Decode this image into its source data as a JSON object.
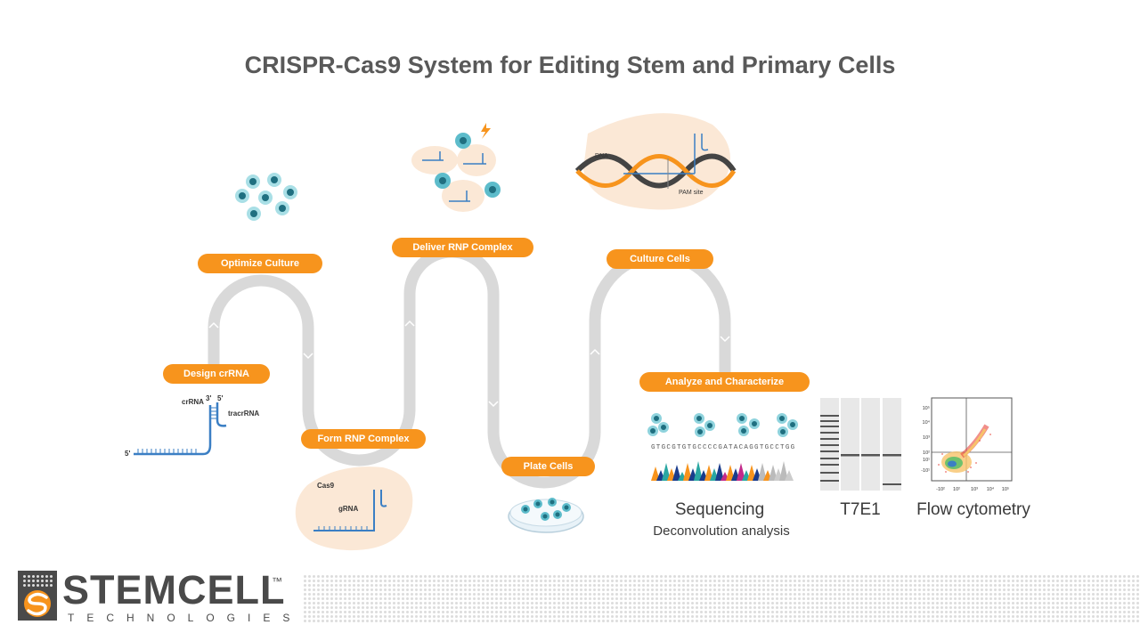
{
  "slide": {
    "title": "CRISPR-Cas9 System for Editing Stem and Primary Cells"
  },
  "steps": {
    "design": "Design crRNA",
    "optimize": "Optimize Culture",
    "form": "Form RNP Complex",
    "deliver": "Deliver RNP Complex",
    "plate": "Plate Cells",
    "culture": "Culture Cells",
    "analyze": "Analyze and Characterize"
  },
  "labels": {
    "crrna": "crRNA",
    "three_prime": "3'",
    "five_prime_top": "5'",
    "tracrrna": "tracrRNA",
    "five_prime": "5'",
    "cas9": "Cas9",
    "grna": "gRNA",
    "dna": "DNA",
    "pam_site": "PAM site",
    "sequence": "GTGCGTGTGCCCCGATACAGGTGCCTGG",
    "flow_ticks_y": [
      "10⁵",
      "10⁴",
      "10³",
      "10²",
      "10¹",
      "-10¹"
    ],
    "flow_ticks_x": [
      "-10²",
      "10²",
      "10³",
      "10⁴",
      "10⁵"
    ]
  },
  "captions": {
    "sequencing": "Sequencing",
    "deconvolution": "Deconvolution analysis",
    "t7e1": "T7E1",
    "flow": "Flow cytometry"
  },
  "logo": {
    "name": "STEMCELL",
    "trademark": "™",
    "tagline": "TECHNOLOGIES"
  },
  "colors": {
    "orange": "#f7941d",
    "track": "#d9d9d9",
    "cell_teal": "#3aa6b9",
    "rna_blue": "#3b7fc4",
    "peach": "#fbe8d6",
    "text_gray": "#595959"
  }
}
